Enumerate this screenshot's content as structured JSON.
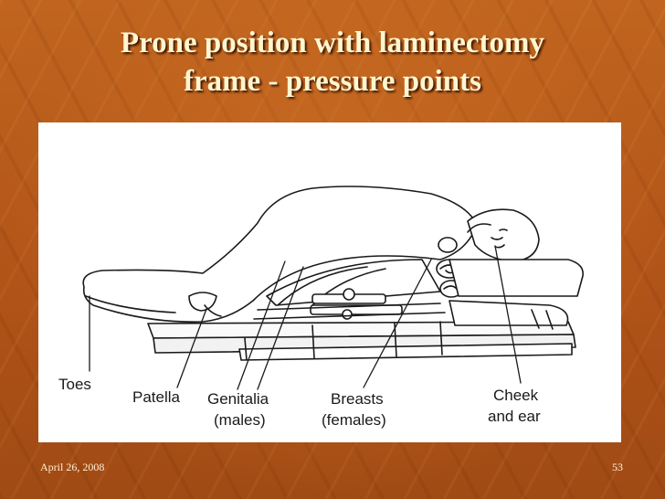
{
  "slide": {
    "title_line1": "Prone position with laminectomy",
    "title_line2": "frame - pressure points",
    "date": "April 26, 2008",
    "page_number": "53"
  },
  "figure": {
    "labels": {
      "toes": "Toes",
      "patella": "Patella",
      "genitalia": "Genitalia",
      "genitalia_sub": "(males)",
      "breasts": "Breasts",
      "breasts_sub": "(females)",
      "cheek": "Cheek",
      "cheek_sub": "and ear"
    }
  }
}
